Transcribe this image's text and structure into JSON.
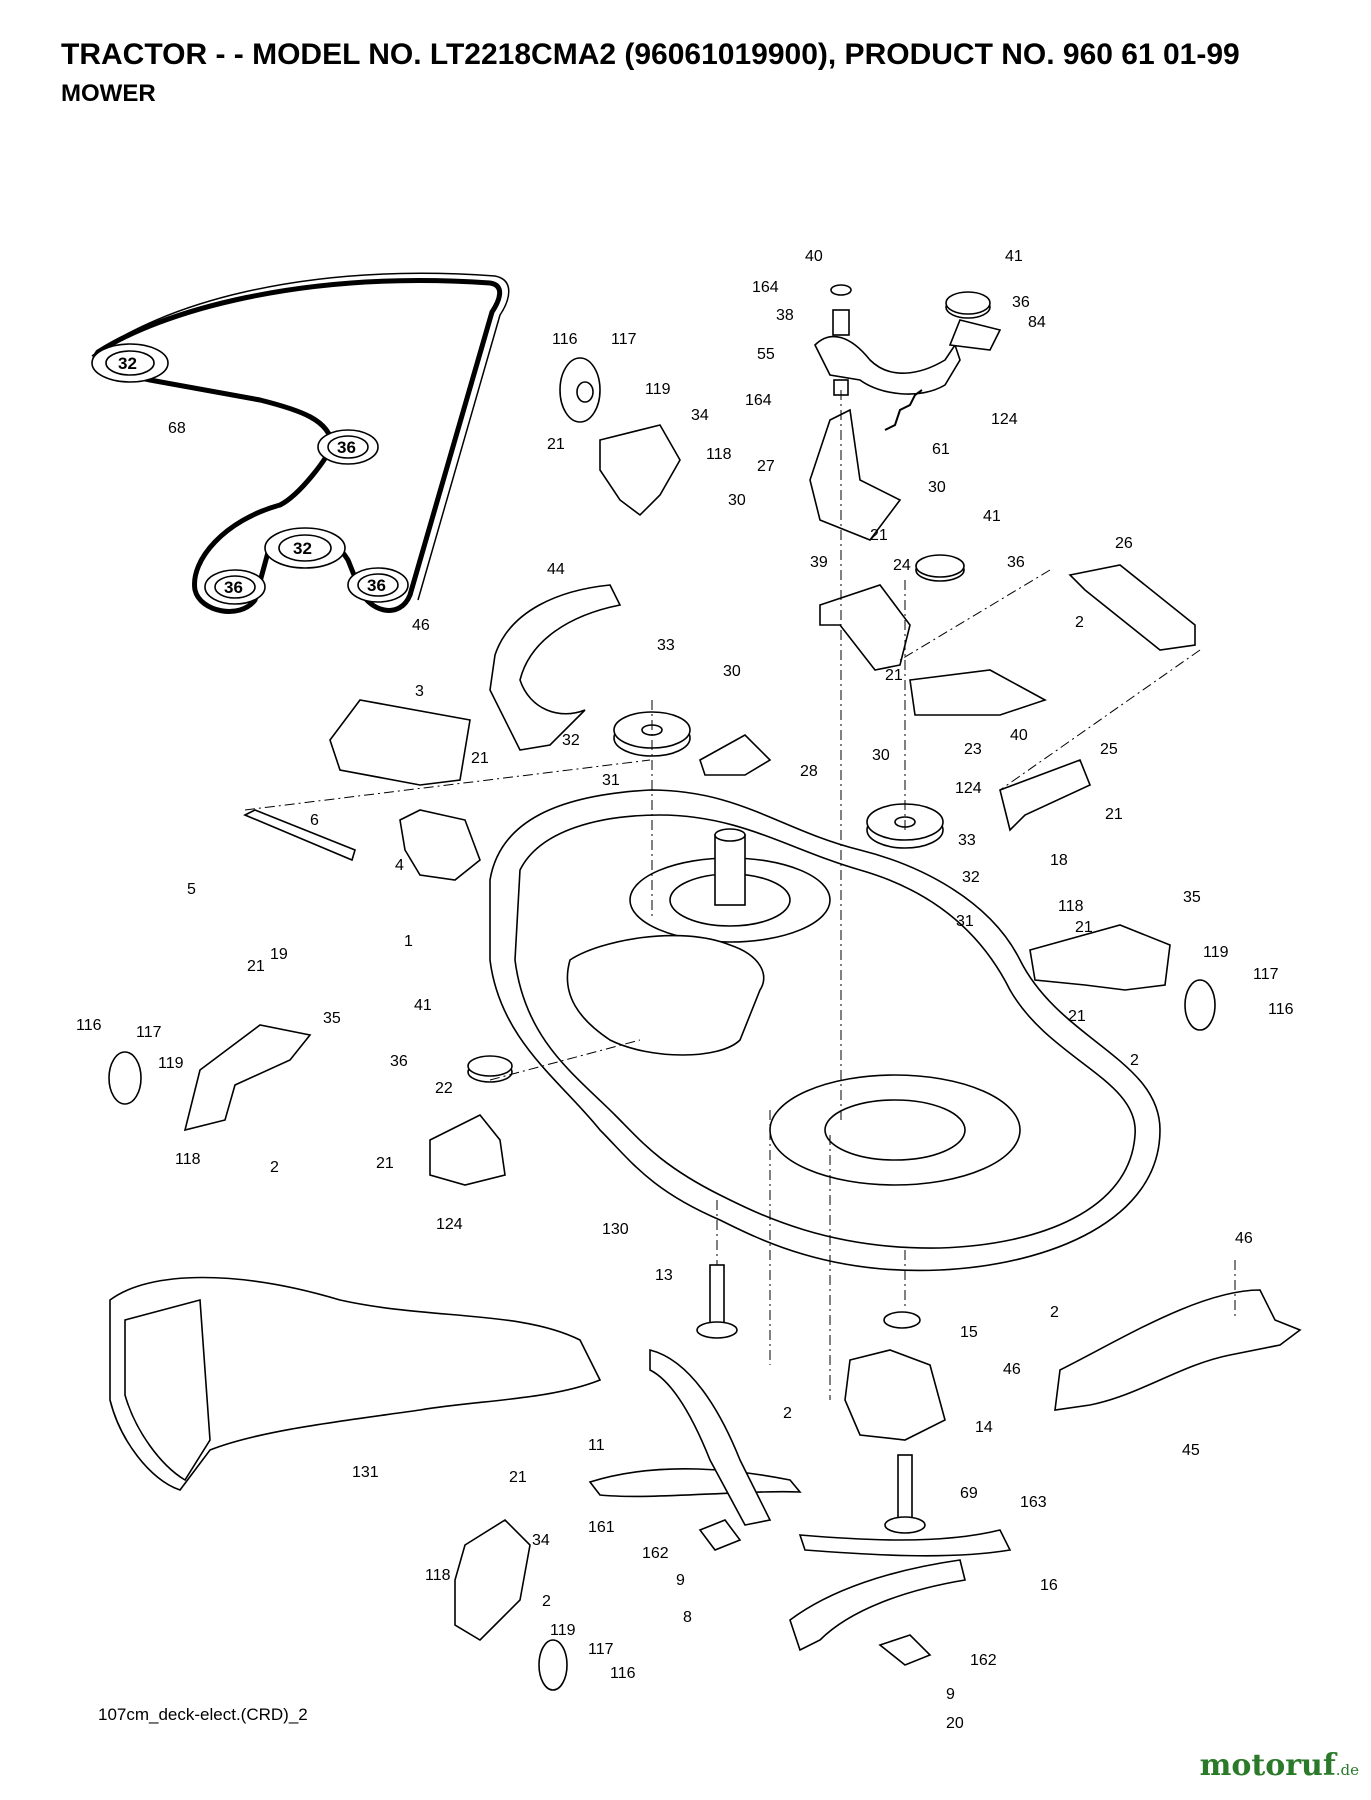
{
  "header": {
    "title": "TRACTOR - - MODEL NO. LT2218CMA2 (96061019900), PRODUCT NO. 960 61 01-99",
    "subtitle": "MOWER"
  },
  "footer": {
    "drawing_code": "107cm_deck-elect.(CRD)_2",
    "watermark_main": "motoruf",
    "watermark_suffix": ".de"
  },
  "belt_pulley_labels": {
    "p1": "32",
    "p2": "36",
    "p3": "32",
    "p4": "36",
    "p5": "36"
  },
  "callouts": {
    "c40_top": "40",
    "c41_top": "41",
    "c164_a": "164",
    "c36_a": "36",
    "c38": "38",
    "c84": "84",
    "c55": "55",
    "c164_b": "164",
    "c124_a": "124",
    "c116_a": "116",
    "c117_a": "117",
    "c119_a": "119",
    "c34_a": "34",
    "c21_a": "21",
    "c118_a": "118",
    "c68": "68",
    "c61": "61",
    "c27": "27",
    "c30_a": "30",
    "c30_b": "30",
    "c41_b": "41",
    "c21_b": "21",
    "c39": "39",
    "c36_b": "36",
    "c26": "26",
    "c24": "24",
    "c44": "44",
    "c46_a": "46",
    "c2_a": "2",
    "c33_a": "33",
    "c30_c": "30",
    "c3": "3",
    "c21_c": "21",
    "c23": "23",
    "c40_b": "40",
    "c25": "25",
    "c32_a": "32",
    "c28": "28",
    "c21_d": "21",
    "c6": "6",
    "c31_a": "31",
    "c30_d": "30",
    "c124_b": "124",
    "c21_e": "21",
    "c33_b": "33",
    "c18": "18",
    "c5": "5",
    "c4": "4",
    "c32_b": "32",
    "c19": "19",
    "c31_b": "31",
    "c1": "1",
    "c118_b": "118",
    "c21_f": "21",
    "c35_a": "35",
    "c119_b": "119",
    "c117_b": "117",
    "c21_g": "21",
    "c35_b": "35",
    "c41_c": "41",
    "c116_b": "116",
    "c116_c": "116",
    "c117_c": "117",
    "c21_h": "21",
    "c2_b": "2",
    "c36_c": "36",
    "c22": "22",
    "c119_c": "119",
    "c118_c": "118",
    "c2_c": "2",
    "c21_i": "21",
    "c124_c": "124",
    "c130": "130",
    "c46_b": "46",
    "c13": "13",
    "c2_d": "2",
    "c15": "15",
    "c46_c": "46",
    "c2_e": "2",
    "c14": "14",
    "c45": "45",
    "c11": "11",
    "c131": "131",
    "c69": "69",
    "c21_j": "21",
    "c161": "161",
    "c163": "163",
    "c34_b": "34",
    "c162_a": "162",
    "c9_a": "9",
    "c118_d": "118",
    "c8": "8",
    "c16": "16",
    "c2_f": "2",
    "c119_d": "119",
    "c117_d": "117",
    "c162_b": "162",
    "c116_d": "116",
    "c9_b": "9",
    "c20": "20"
  }
}
